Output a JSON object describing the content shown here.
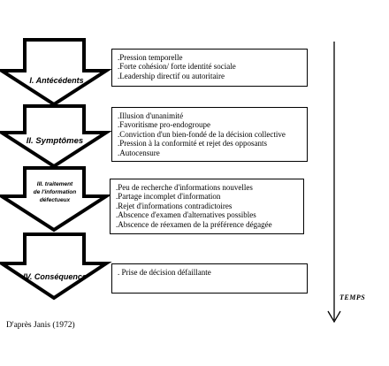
{
  "stages": [
    {
      "label": "I. Antécédents",
      "items": [
        ".Pression temporelle",
        ".Forte cohésion/ forte identité sociale",
        ".Leadership directif ou autoritaire"
      ]
    },
    {
      "label": "II. Symptômes",
      "items": [
        ".Illusion d'unanimité",
        ".Favoritisme pro-endogroupe",
        ".Conviction d'un bien-fondé de la décision collective",
        ".Pression à la conformité et rejet des opposants",
        ".Autocensure"
      ]
    },
    {
      "label_lines": [
        "III. traitement",
        "de l'information",
        "défectueux"
      ],
      "items": [
        ".Peu de recherche d'informations nouvelles",
        ".Partage incomplet d'information",
        ".Rejet d'informations contradictoires",
        ".Abscence d'examen d'alternatives possibles",
        ".Abscence de réexamen de la préférence dégagée"
      ]
    },
    {
      "label": "IV. Conséquence",
      "items": [
        ". Prise de décision défaillante"
      ]
    }
  ],
  "time_label": "TEMPS",
  "caption": "D'après Janis (1972)"
}
